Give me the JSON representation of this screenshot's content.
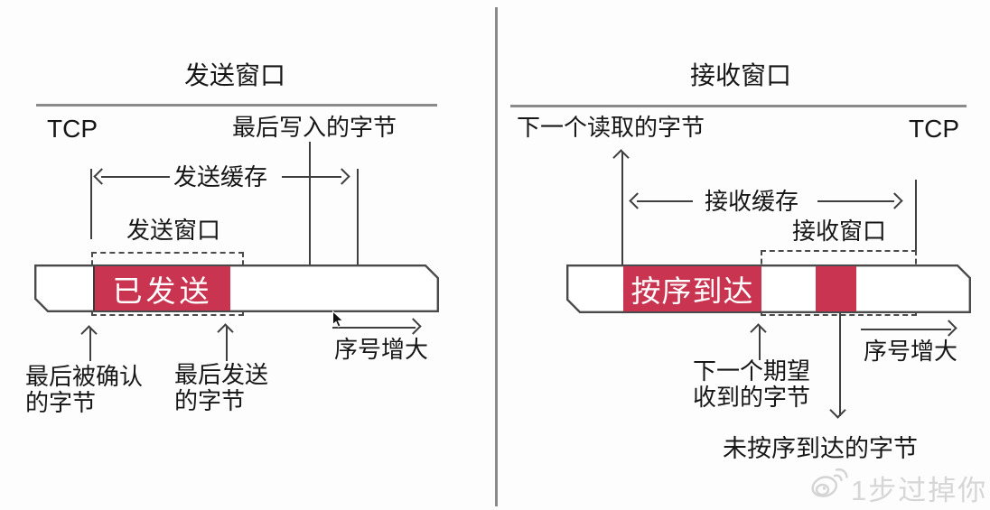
{
  "colors": {
    "accent_red": "#c93550",
    "line": "#3f3f3f",
    "rule_gray": "#8a8a8a",
    "watermark_gray": "#d6d6d6",
    "background": "#fdfdfd"
  },
  "send": {
    "title": "发送窗口",
    "protocol": "TCP",
    "last_written": "最后写入的字节",
    "buffer": "发送缓存",
    "window": "发送窗口",
    "sent": "已发送",
    "seq_increase": "序号增大",
    "last_acked_line1": "最后被确认",
    "last_acked_line2": "的字节",
    "last_sent_line1": "最后发送",
    "last_sent_line2": "的字节"
  },
  "receive": {
    "title": "接收窗口",
    "protocol": "TCP",
    "next_read": "下一个读取的字节",
    "buffer": "接收缓存",
    "window": "接收窗口",
    "in_order": "按序到达",
    "seq_increase": "序号增大",
    "next_expected_line1": "下一个期望",
    "next_expected_line2": "收到的字节",
    "out_of_order": "未按序到达的字节"
  },
  "watermark": {
    "icon": "weibo-icon",
    "text": "1步过掉你"
  }
}
